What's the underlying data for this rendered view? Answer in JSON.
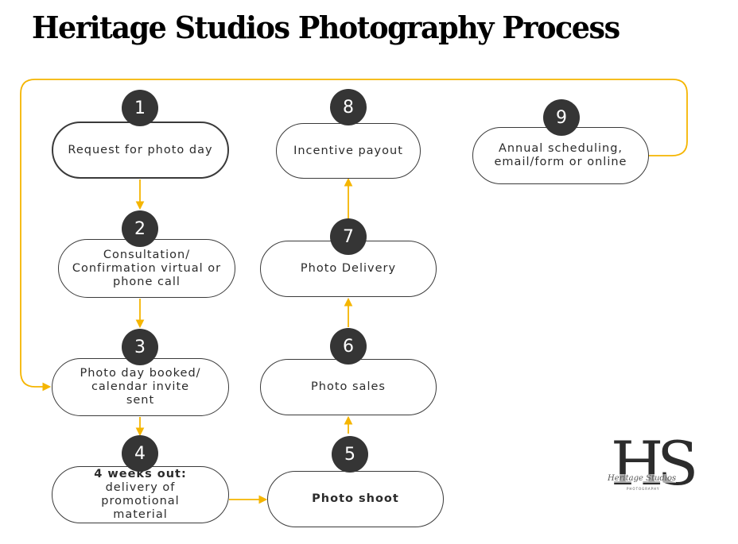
{
  "title": "Heritage Studios Photography Process",
  "steps": [
    {
      "num": "1",
      "lines": [
        "Request for photo day"
      ]
    },
    {
      "num": "2",
      "lines": [
        "Consultation/",
        "Confirmation virtual or",
        "phone call"
      ]
    },
    {
      "num": "3",
      "lines": [
        "Photo day booked/",
        "calendar invite",
        "sent"
      ]
    },
    {
      "num": "4",
      "lines_bold": [
        "4 weeks out:"
      ],
      "lines": [
        "delivery of",
        "promotional",
        "material"
      ]
    },
    {
      "num": "5",
      "lines_bold": [
        "Photo shoot"
      ]
    },
    {
      "num": "6",
      "lines": [
        "Photo sales"
      ]
    },
    {
      "num": "7",
      "lines": [
        "Photo Delivery"
      ]
    },
    {
      "num": "8",
      "lines": [
        "Incentive payout"
      ]
    },
    {
      "num": "9",
      "lines": [
        "Annual scheduling,",
        "email/form or online"
      ]
    }
  ],
  "logo": {
    "monogram": "HS",
    "script": "Heritage Studios",
    "subtitle": "PHOTOGRAPHY"
  },
  "colors": {
    "arrow": "#f5b500",
    "badge": "#353535",
    "outline": "#3a3a3a"
  }
}
